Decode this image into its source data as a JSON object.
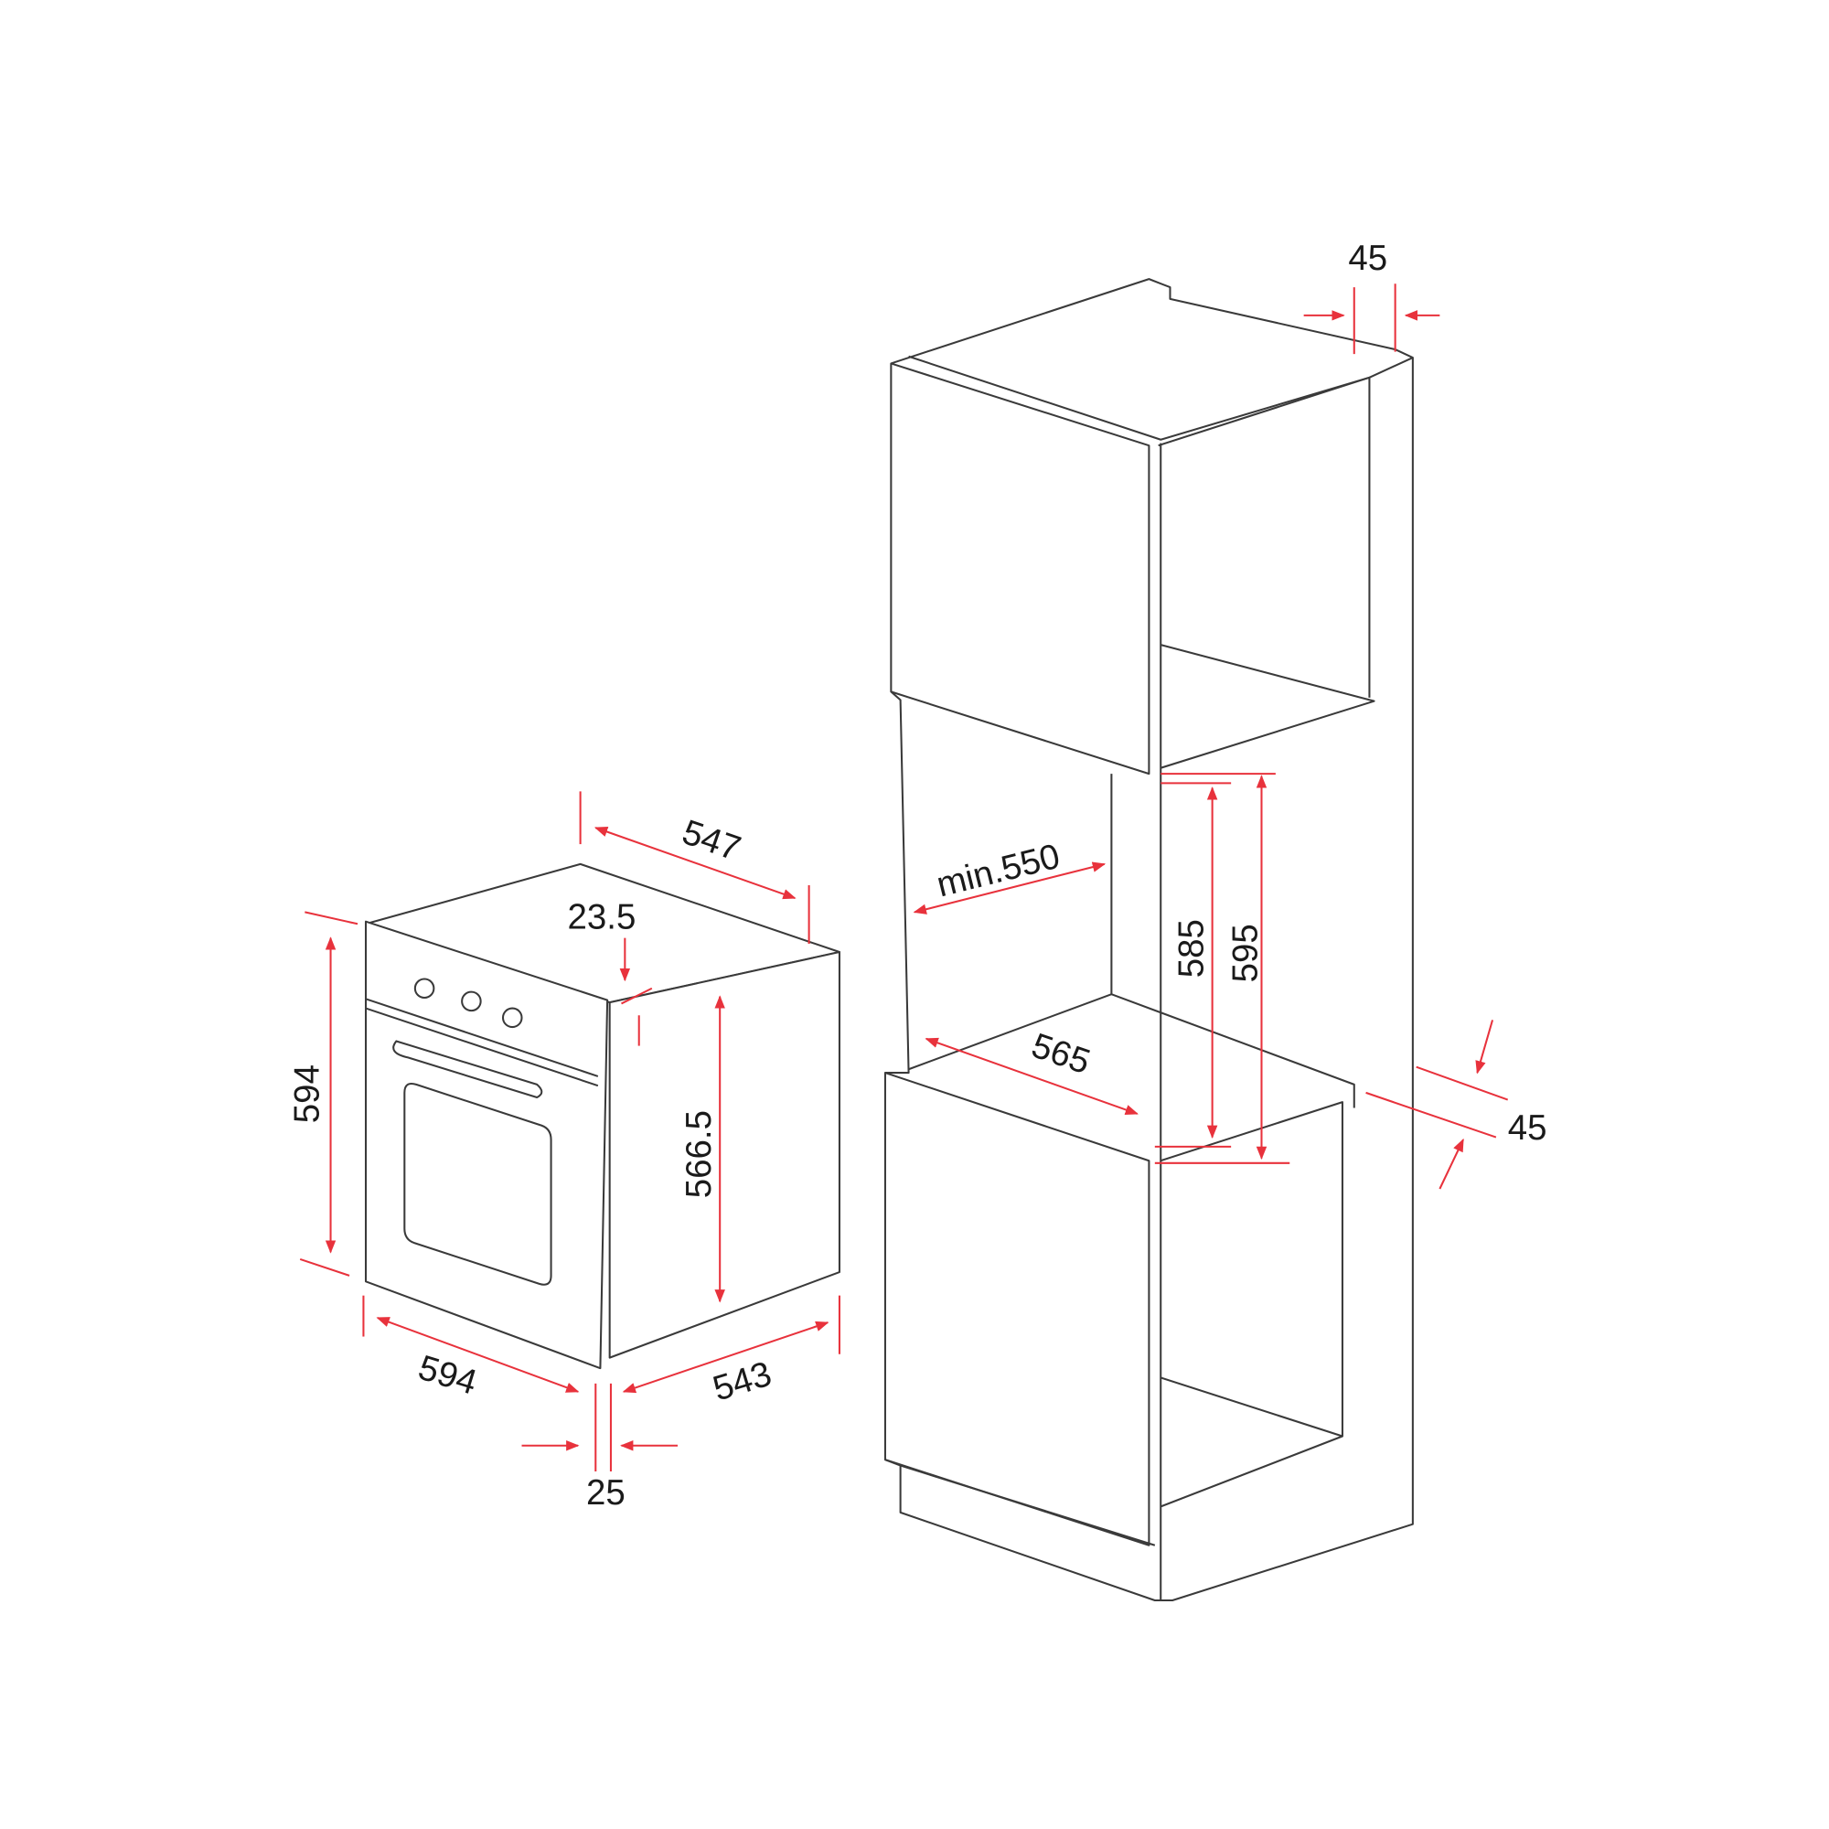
{
  "colors": {
    "line": "#3a3a3a",
    "dimension": "#e8323c",
    "background": "#ffffff"
  },
  "oven": {
    "depth_top": "547",
    "panel_recess": "23.5",
    "height": "594",
    "body_height": "566.5",
    "width": "594",
    "body_depth": "543",
    "panel_thickness": "25"
  },
  "cabinet": {
    "side_thickness_top": "45",
    "niche_depth": "min.550",
    "niche_height_min": "585",
    "niche_height_max": "595",
    "niche_width": "565",
    "back_gap": "45"
  }
}
